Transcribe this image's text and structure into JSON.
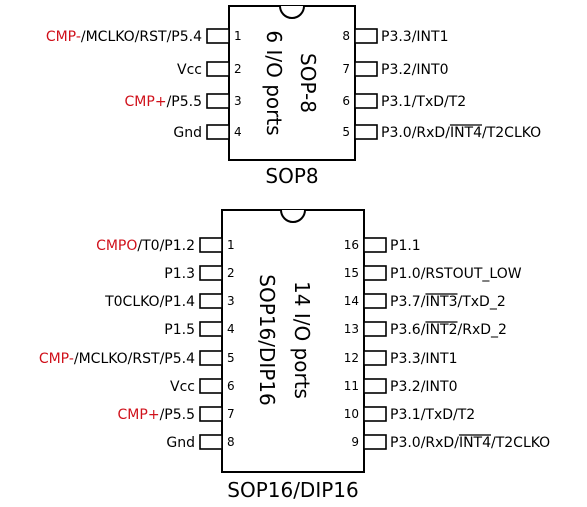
{
  "chips": [
    {
      "title": "SOP8",
      "inner_line1": "SOP-8",
      "inner_line2": "6 I/O ports",
      "left_pins": [
        {
          "num": "1",
          "red": "CMP-",
          "rest": "/MCLKO/RST/P5.4"
        },
        {
          "num": "2",
          "red": "",
          "rest": "Vcc"
        },
        {
          "num": "3",
          "red": "CMP+",
          "rest": "/P5.5"
        },
        {
          "num": "4",
          "red": "",
          "rest": "Gnd"
        }
      ],
      "right_pins": [
        {
          "num": "8",
          "pre": "P3.3/INT1",
          "over": "",
          "post": ""
        },
        {
          "num": "7",
          "pre": "P3.2/INT0",
          "over": "",
          "post": ""
        },
        {
          "num": "6",
          "pre": "P3.1/TxD/T2",
          "over": "",
          "post": ""
        },
        {
          "num": "5",
          "pre": "P3.0/RxD/",
          "over": "INT4",
          "post": "/T2CLKO"
        }
      ]
    },
    {
      "title": "SOP16/DIP16",
      "inner_line1": "14 I/O ports",
      "inner_line2": "SOP16/DIP16",
      "left_pins": [
        {
          "num": "1",
          "red": "CMPO",
          "rest": "/T0/P1.2"
        },
        {
          "num": "2",
          "red": "",
          "rest": "P1.3"
        },
        {
          "num": "3",
          "red": "",
          "rest": "T0CLKO/P1.4"
        },
        {
          "num": "4",
          "red": "",
          "rest": "P1.5"
        },
        {
          "num": "5",
          "red": "CMP-",
          "rest": "/MCLKO/RST/P5.4"
        },
        {
          "num": "6",
          "red": "",
          "rest": "Vcc"
        },
        {
          "num": "7",
          "red": "CMP+",
          "rest": "/P5.5"
        },
        {
          "num": "8",
          "red": "",
          "rest": "Gnd"
        }
      ],
      "right_pins": [
        {
          "num": "16",
          "pre": "P1.1",
          "over": "",
          "post": ""
        },
        {
          "num": "15",
          "pre": "P1.0/RSTOUT_LOW",
          "over": "",
          "post": ""
        },
        {
          "num": "14",
          "pre": "P3.7/",
          "over": "INT3",
          "post": "/TxD_2"
        },
        {
          "num": "13",
          "pre": "P3.6/",
          "over": "INT2",
          "post": "/RxD_2"
        },
        {
          "num": "12",
          "pre": "P3.3/INT1",
          "over": "",
          "post": ""
        },
        {
          "num": "11",
          "pre": "P3.2/INT0",
          "over": "",
          "post": ""
        },
        {
          "num": "10",
          "pre": "P3.1/TxD/T2",
          "over": "",
          "post": ""
        },
        {
          "num": "9",
          "pre": "P3.0/RxD/",
          "over": "INT4",
          "post": "/T2CLKO"
        }
      ]
    }
  ],
  "colors": {
    "accent_red": "#d0111b",
    "ink": "#000000"
  }
}
